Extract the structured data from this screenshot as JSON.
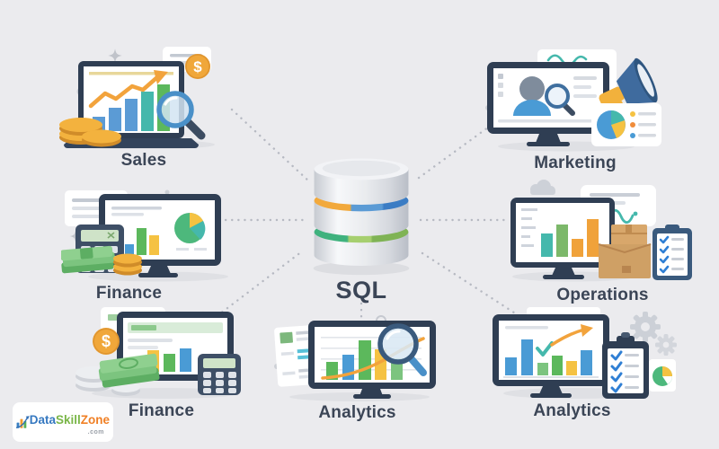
{
  "center": {
    "label": "SQL",
    "icon": "database-icon"
  },
  "nodes": [
    {
      "id": "sales",
      "label": "Sales",
      "icon": "laptop-bar-chart-coins-magnifier"
    },
    {
      "id": "marketing",
      "label": "Marketing",
      "icon": "monitor-profile-megaphone-pie-chart"
    },
    {
      "id": "finance-left",
      "label": "Finance",
      "icon": "monitor-charts-calculator-cash"
    },
    {
      "id": "operations",
      "label": "Operations",
      "icon": "monitor-bar-chart-boxes-checklist"
    },
    {
      "id": "finance-bottom",
      "label": "Finance",
      "icon": "monitor-dashboard-cash-coins-calculator"
    },
    {
      "id": "analytics-center",
      "label": "Analytics",
      "icon": "monitor-bar-chart-magnifier-documents"
    },
    {
      "id": "analytics-right",
      "label": "Analytics",
      "icon": "monitor-bar-chart-checklist-gears-pie"
    }
  ],
  "symbols": {
    "dollar": "$"
  },
  "logo": {
    "word1": "Data",
    "word2": "Skill",
    "word3": "Zone",
    "tld": ".com",
    "icon": "growth-bar-chart-logo"
  },
  "colors": {
    "background": "#ebebee",
    "label_text": "#3b4556",
    "connector": "#b6b9c2",
    "navy": "#2f3e53",
    "blue": "#4a9bd5",
    "teal": "#45b8ac",
    "green": "#5cb85c",
    "yellow": "#f5c242",
    "orange": "#f2a33c",
    "gold": "#f0a73a"
  }
}
